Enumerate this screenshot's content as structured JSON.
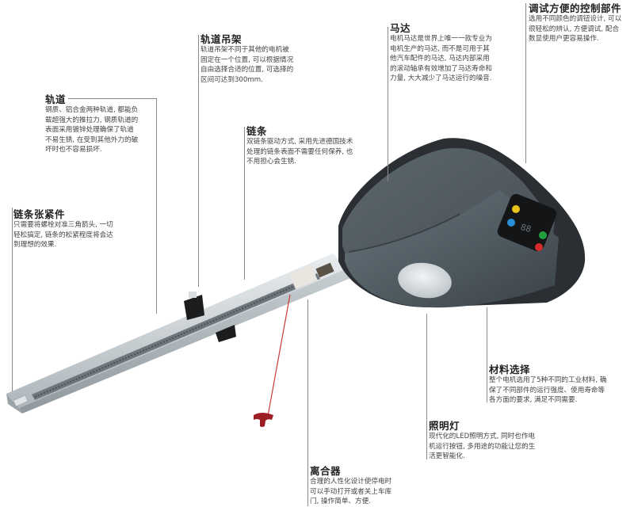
{
  "callouts": {
    "track": {
      "title": "轨道",
      "lines": [
        "钢质、铝合金两种轨道, 都能负",
        "载超强大的推拉力, 钢质轨道的",
        "表面采用镀锌处理确保了轨道",
        "不易生锈, 在受到其他外力的破",
        "坏时也不容易损坏."
      ]
    },
    "chain_tensioner": {
      "title": "链条张紧件",
      "lines": [
        "只需要将螺栓对准三角箭头, 一切",
        "轻松搞定, 链条的松紧程度将会达",
        "到理想的效果."
      ]
    },
    "track_hanger": {
      "title": "轨道吊架",
      "lines": [
        "轨道吊架不同于其他的电机被",
        "固定在一个位置, 可以根据情况",
        "自由选择合适的位置, 可选择的",
        "区间可达到300mm."
      ]
    },
    "chain": {
      "title": "链条",
      "lines": [
        "双链条驱动方式, 采用先进德国技术",
        "处理的链条表面不需要任何保养, 也",
        "不用担心会生锈."
      ]
    },
    "motor": {
      "title": "马达",
      "lines": [
        "电机马达是世界上唯一一款专业为",
        "电机生产的马达, 而不是可用于其",
        "他汽车配件的马达, 马达内部采用",
        "的滚动轴承有效增加了马达寿命和",
        "力量, 大大减少了马达运行的噪音."
      ]
    },
    "controls": {
      "title": "调试方便的控制部件",
      "lines": [
        "选用不同颜色的调钮设计, 可以",
        "很轻松的辨认, 方便调试, 配合",
        "数显使用户更容易操作."
      ]
    },
    "material": {
      "title": "材料选择",
      "lines": [
        "整个电机选用了5种不同的工业材料, 确",
        "保了不同部件的运行强度、使用寿命等",
        "各方面的要求, 满足不同需要."
      ]
    },
    "lighting": {
      "title": "照明灯",
      "lines": [
        "现代化的LED照明方式, 同时也作电",
        "机运行按钮, 多用途的功能让您的生",
        "活更智能化."
      ]
    },
    "clutch": {
      "title": "离合器",
      "lines": [
        "合理的人性化设计使停电时",
        "可以手动打开或者关上车库",
        "门, 操作简单、方便."
      ]
    }
  },
  "product": {
    "display_text": "88",
    "button_colors": {
      "yellow": "#e8c21a",
      "blue": "#2a8fd6",
      "green": "#22a040",
      "red": "#d42a2a"
    },
    "body_color": "#4f5a62",
    "cover_color": "#2b2f33",
    "rail_color": "#c5ccd0",
    "release_handle_color": "#9a1e24"
  }
}
